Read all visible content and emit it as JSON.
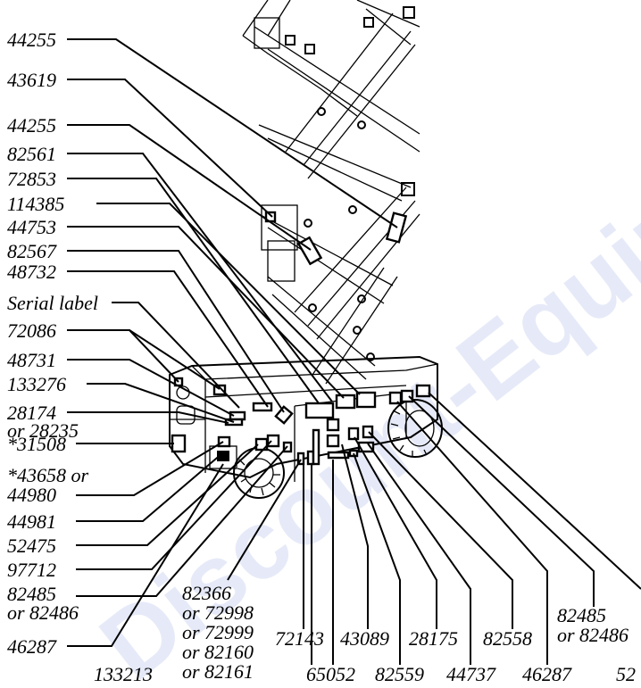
{
  "labels": {
    "l01": "44255",
    "l02": "43619",
    "l03": "44255",
    "l04": "82561",
    "l05": "72853",
    "l06": "114385",
    "l07": "44753",
    "l08": "82567",
    "l09": "48732",
    "l10": "Serial label",
    "l11": "72086",
    "l12": "48731",
    "l13": "133276",
    "l14a": "28174",
    "l14b": "or 28235",
    "l15": "*31508",
    "l16a": "*43658 or",
    "l16b": "44980",
    "l17": "44981",
    "l18": "52475",
    "l19": "97712",
    "l20a": "82485",
    "l20b": "or 82486",
    "l21": "46287",
    "b01": "133213",
    "b02a": "82366",
    "b02b": "or 72998",
    "b02c": "or 72999",
    "b02d": "or 82160",
    "b02e": "or 82161",
    "b03": "72143",
    "b04": "65052",
    "b05": "43089",
    "b06": "82559",
    "b07": "28175",
    "b08": "44737",
    "b09": "82558",
    "b10": "46287",
    "b11a": "82485",
    "b11b": "or 82486",
    "b12": "52"
  },
  "watermark": "Discount-Equipment.com"
}
